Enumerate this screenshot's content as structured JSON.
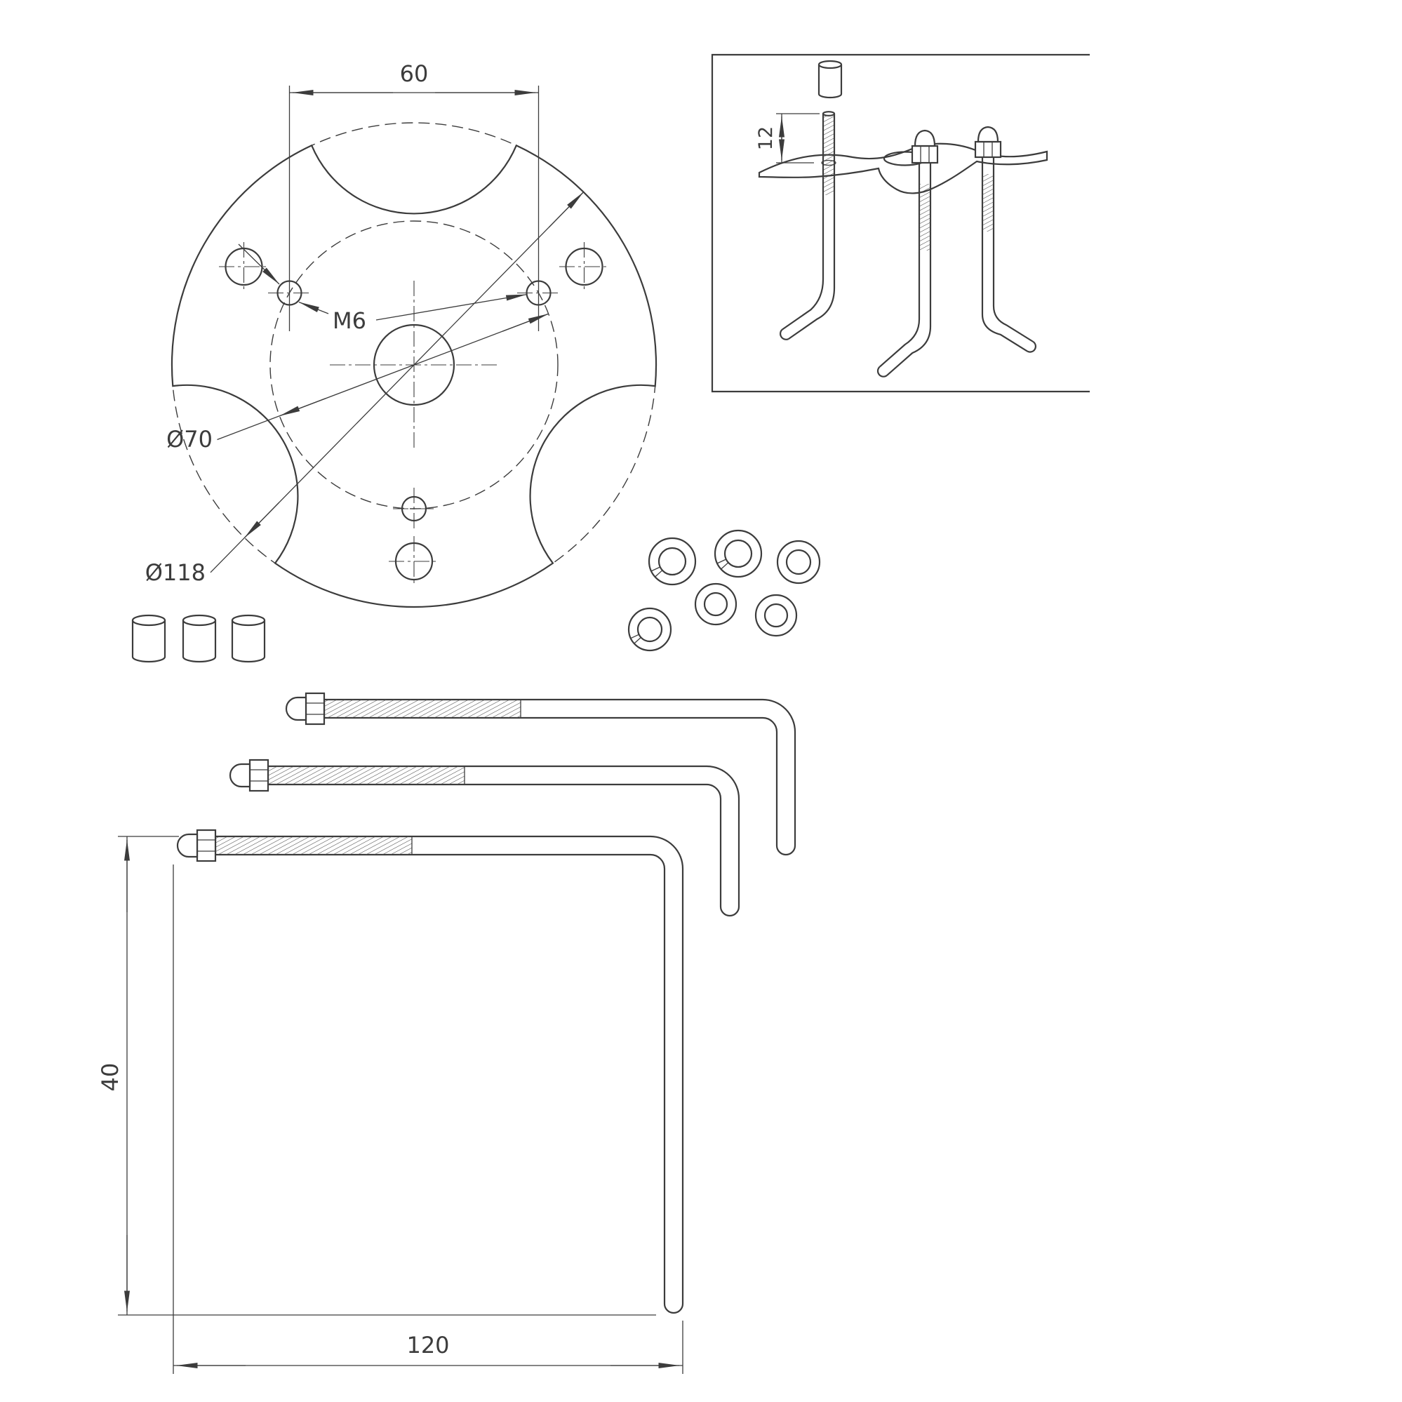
{
  "drawing": {
    "colors": {
      "line": "#3c3c3c",
      "background": "#ffffff"
    },
    "plan_view": {
      "dim_hole_spacing": "60",
      "thread_label": "M6",
      "bolt_circle_diameter": "Ø70",
      "outer_diameter": "Ø118"
    },
    "iso_view": {
      "dim_stud_protrusion": "12"
    },
    "bolt_view": {
      "dim_leg_length": "40",
      "dim_bolt_length": "120"
    }
  }
}
